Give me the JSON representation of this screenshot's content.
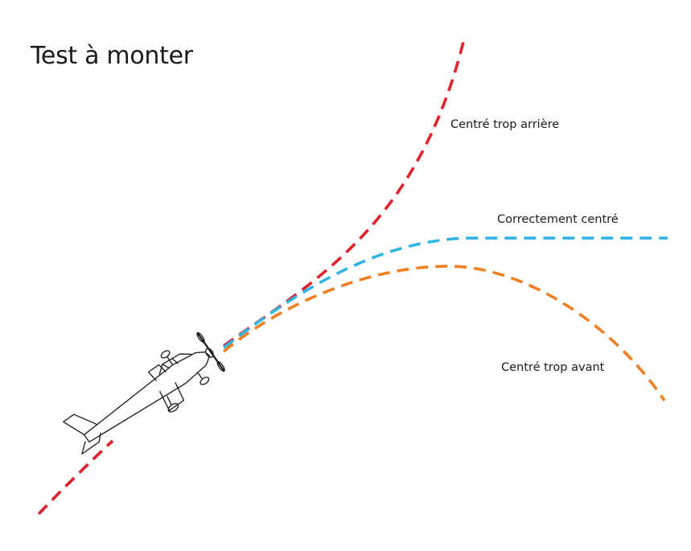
{
  "title": "Test à monter",
  "colors": {
    "too_aft": "#e0202a",
    "correct": "#2fb3e3",
    "too_forward": "#f07f22",
    "aircraft": "#1a1a1a"
  },
  "curves": [
    {
      "id": "too_aft",
      "label": "Centré trop arrière"
    },
    {
      "id": "correct",
      "label": "Correctement centré"
    },
    {
      "id": "too_forward",
      "label": "Centré trop avant"
    }
  ],
  "aircraft": {
    "icon": "airplane-icon"
  }
}
